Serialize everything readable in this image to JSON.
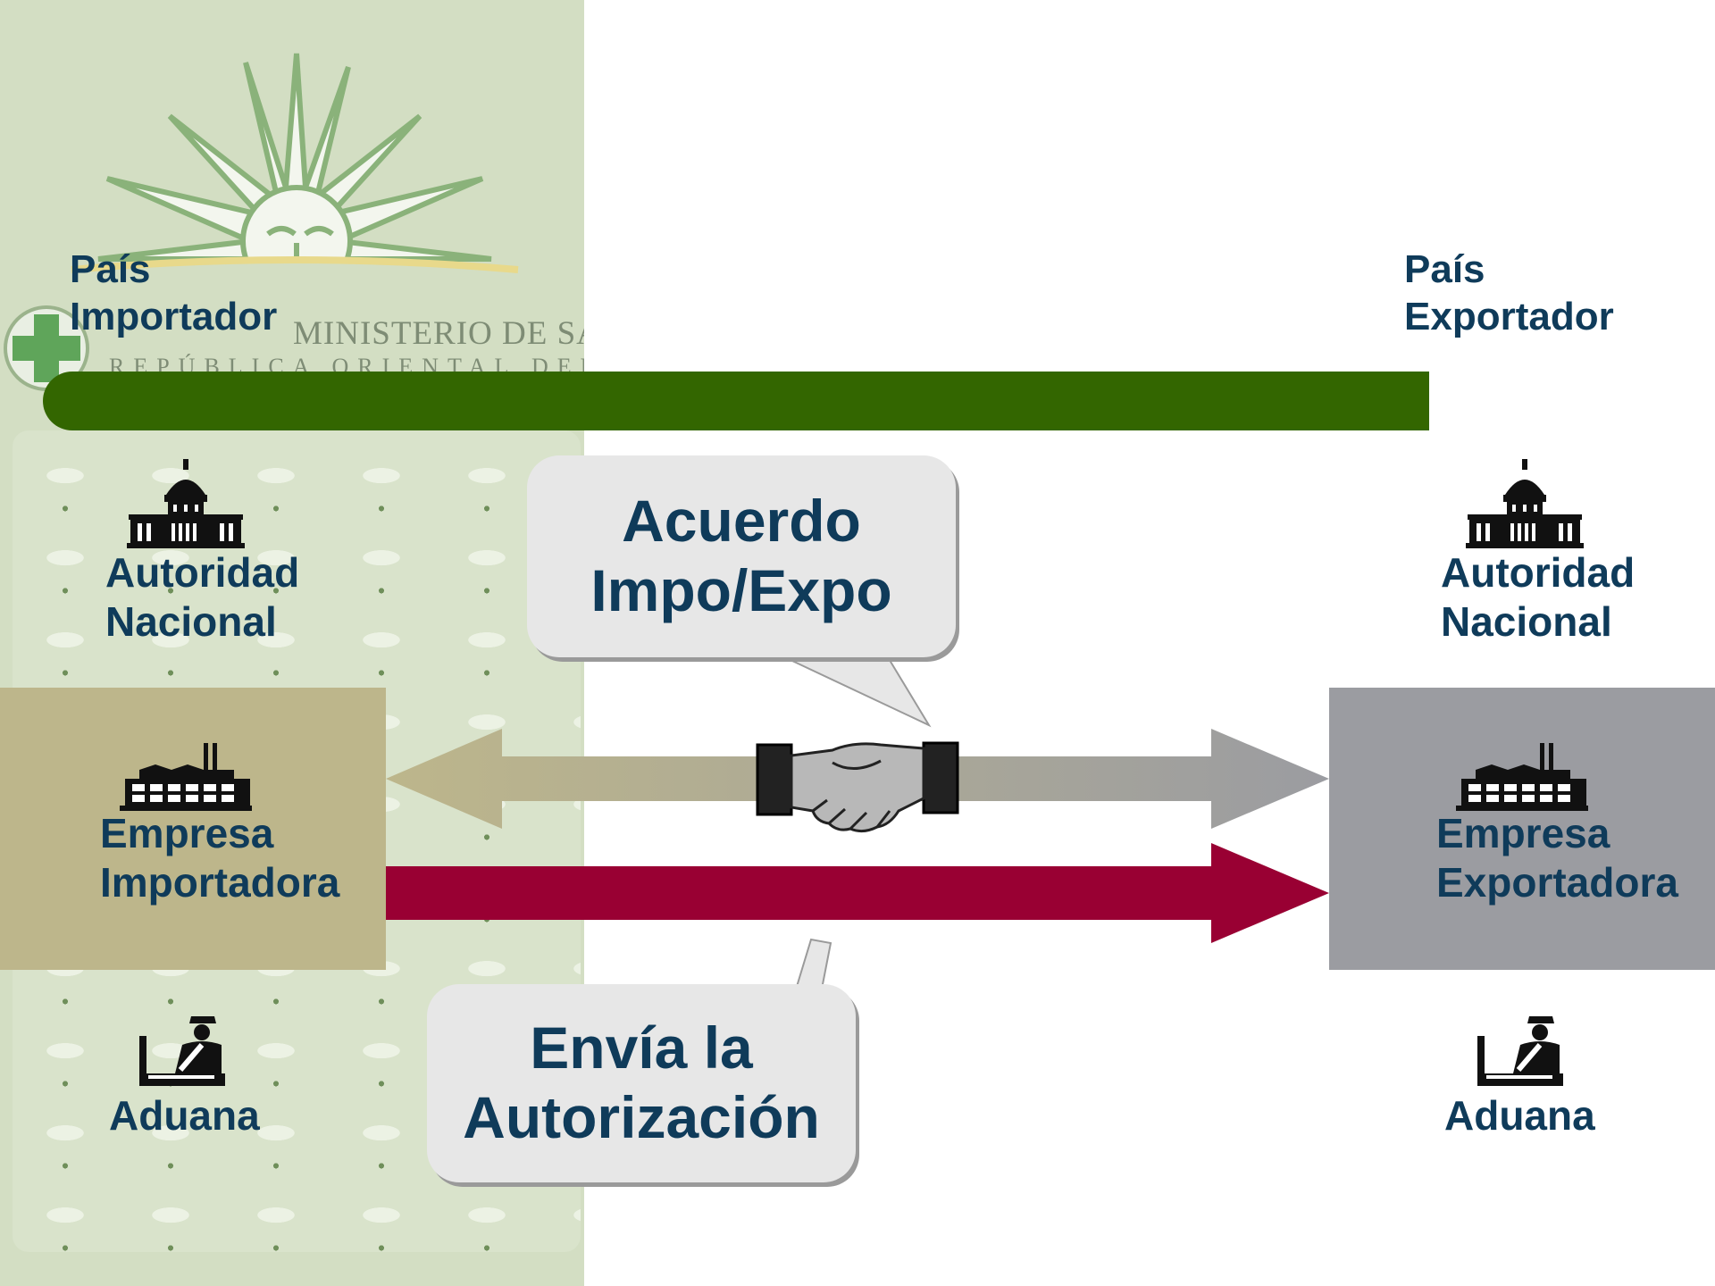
{
  "importer": {
    "country_label": [
      "País",
      "Importador"
    ],
    "authority_label": [
      "Autoridad",
      "Nacional"
    ],
    "company_label": [
      "Empresa",
      "Importadora"
    ],
    "customs_label": "Aduana"
  },
  "exporter": {
    "country_label": [
      "País",
      "Exportador"
    ],
    "authority_label": [
      "Autoridad",
      "Nacional"
    ],
    "company_label": [
      "Empresa",
      "Exportadora"
    ],
    "customs_label": "Aduana"
  },
  "callouts": {
    "agreement": [
      "Acuerdo",
      "Impo/Expo"
    ],
    "authorization": [
      "Envía la",
      "Autorización"
    ]
  },
  "background_seal": {
    "line1": "MINISTERIO DE SALUD PÚBLICA",
    "line2": "REPÚBLICA ORIENTAL DEL URUGUAY"
  },
  "icons": {
    "authority": "government-building-icon",
    "company": "factory-icon",
    "customs": "customs-officer-icon",
    "agreement": "handshake-icon"
  },
  "colors": {
    "country_bar": "#336600",
    "importer_box": "#bdb68b",
    "exporter_box": "#9b9ca1",
    "authorization_arrow": "#990033",
    "text": "#0f3b5a"
  }
}
